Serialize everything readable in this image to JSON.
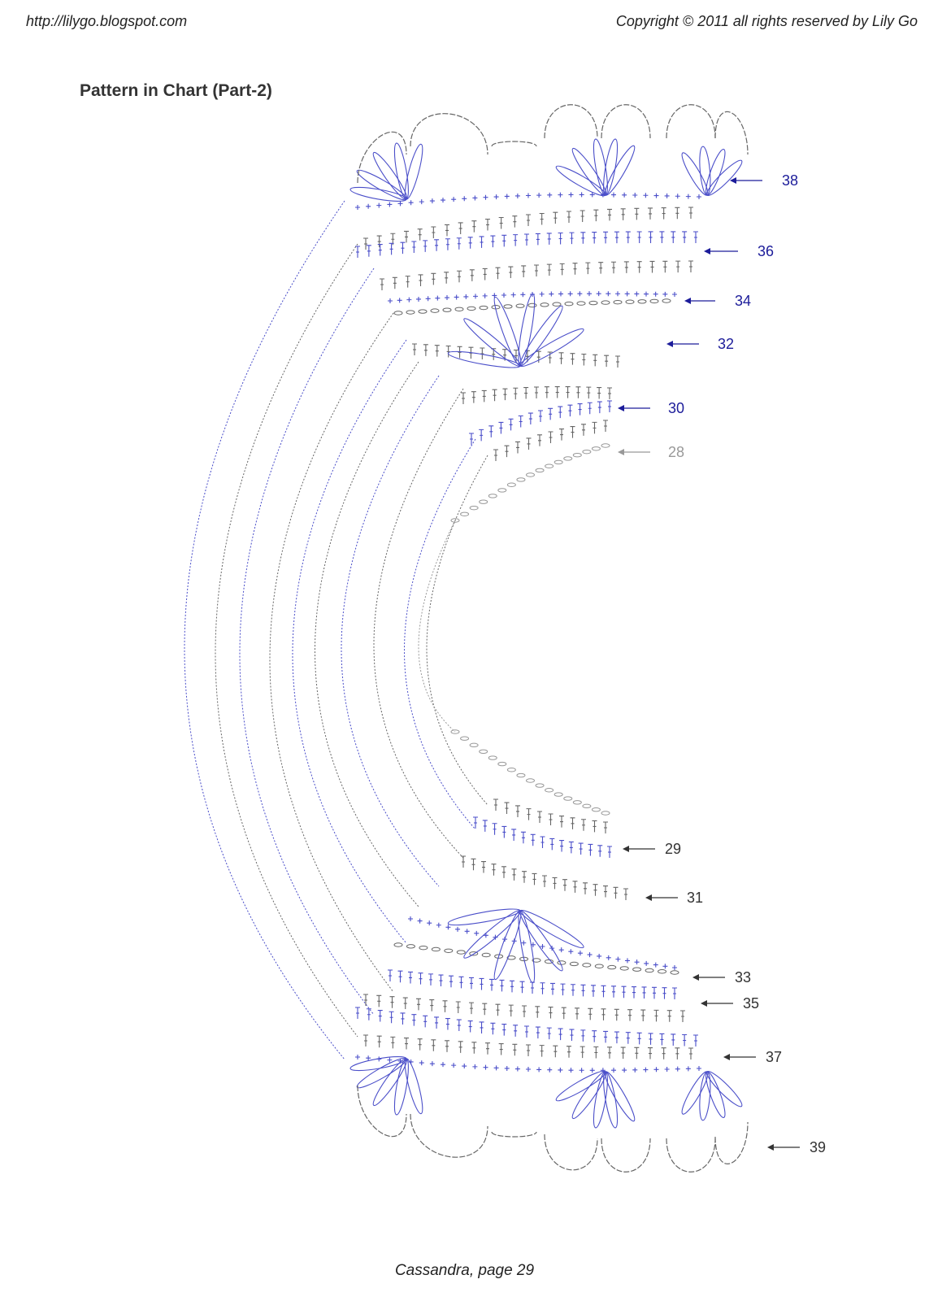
{
  "header": {
    "url": "http://lilygo.blogspot.com",
    "copyright": "Copyright © 2011 all rights reserved by Lily Go"
  },
  "title": "Pattern in Chart (Part-2)",
  "footer": "Cassandra, page 29",
  "colors": {
    "blue_rows": "#4a4ec9",
    "grey_rows": "#666666",
    "light_rows": "#999999",
    "label_blue": "#1c1c9a",
    "label_grey": "#333333"
  },
  "row_labels": {
    "top": [
      "38",
      "36",
      "34",
      "32",
      "30",
      "28"
    ],
    "bottom": [
      "29",
      "31",
      "33",
      "35",
      "37",
      "39"
    ]
  }
}
